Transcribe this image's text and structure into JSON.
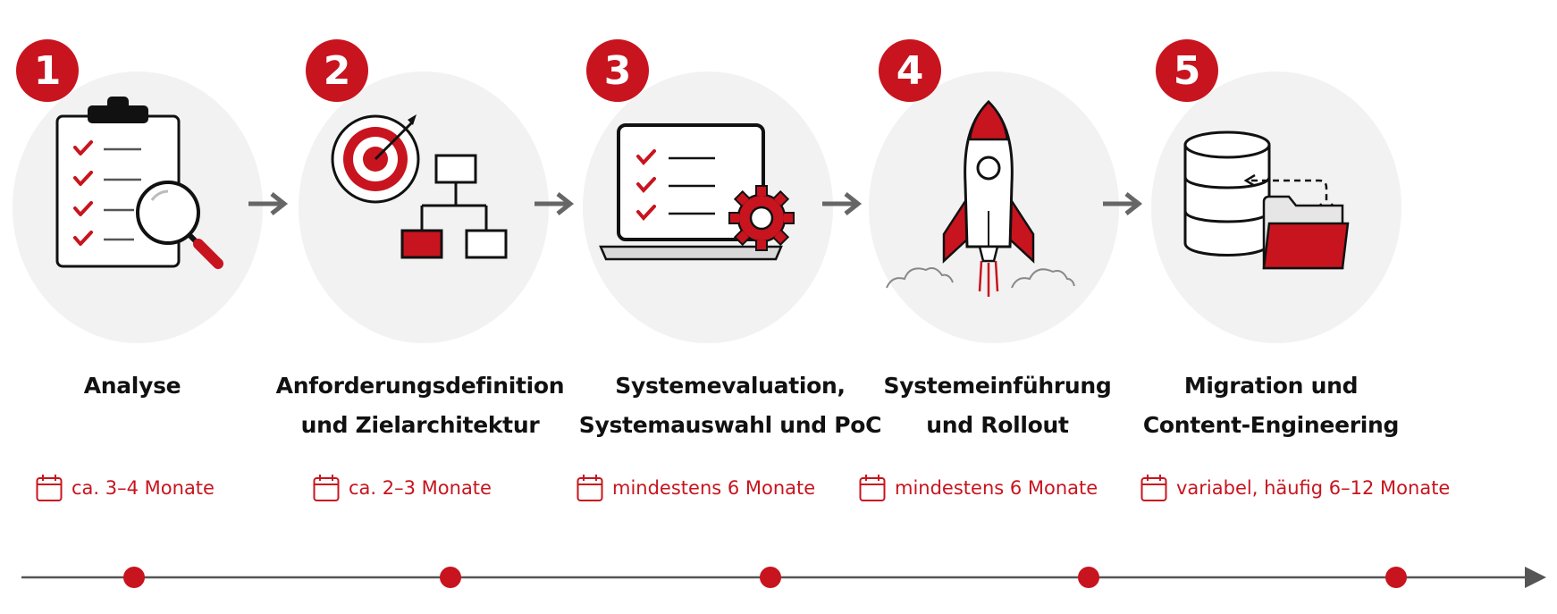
{
  "steps": [
    {
      "number": "1",
      "title_lines": [
        "Analyse"
      ],
      "duration": "ca. 3–4 Monate",
      "icon": "clipboard-magnifier-icon"
    },
    {
      "number": "2",
      "title_lines": [
        "Anforderungsdefinition",
        "und Zielarchitektur"
      ],
      "duration": "ca. 2–3 Monate",
      "icon": "target-diagram-icon"
    },
    {
      "number": "3",
      "title_lines": [
        "Systemevaluation,",
        "Systemauswahl und PoC"
      ],
      "duration": "mindestens 6 Monate",
      "icon": "laptop-checklist-gear-icon"
    },
    {
      "number": "4",
      "title_lines": [
        "Systemeinführung",
        "und Rollout"
      ],
      "duration": "mindestens 6 Monate",
      "icon": "rocket-icon"
    },
    {
      "number": "5",
      "title_lines": [
        "Migration und",
        "Content-Engineering"
      ],
      "duration": "variabel, häufig 6–12 Monate",
      "icon": "database-folder-icon"
    }
  ],
  "colors": {
    "accent": "#c8141e",
    "circle_bg": "#f2f2f2",
    "arrow": "#666666",
    "text": "#111111"
  }
}
